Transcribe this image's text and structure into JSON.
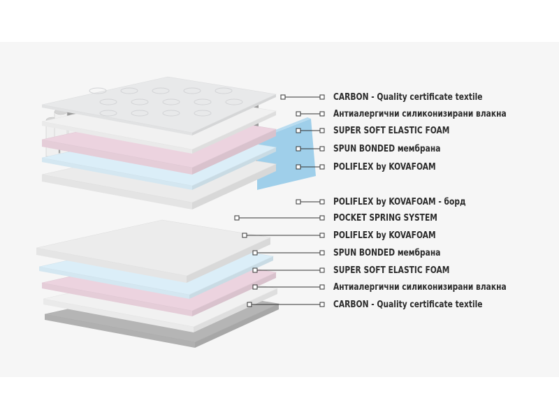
{
  "layers": [
    {
      "label": "CARBON - Quality certificate textile",
      "color": "#e8e9ea"
    },
    {
      "label": "Антиалергични силиконизирани влакна",
      "color": "#f1f1f1"
    },
    {
      "label": "SUPER SOFT ELASTIC FOAM",
      "color": "#ecd3df"
    },
    {
      "label": "SPUN BONDED мембрана",
      "color": "#dbeef8"
    },
    {
      "label": "POLIFLEX by KOVAFOAM",
      "color": "#ebebeb"
    },
    {
      "label": "POLIFLEX by KOVAFOAM - борд",
      "color": "#9fcfea"
    },
    {
      "label": "POCKET SPRING SYSTEM",
      "color": "#dcdcdc"
    },
    {
      "label": "POLIFLEX by KOVAFOAM",
      "color": "#ececec"
    },
    {
      "label": "SPUN BONDED мембрана",
      "color": "#dbeef8"
    },
    {
      "label": "SUPER SOFT ELASTIC FOAM",
      "color": "#ecd3df"
    },
    {
      "label": "Антиалергични силиконизирани влакна",
      "color": "#f1f1f1"
    },
    {
      "label": "CARBON - Quality certificate textile",
      "color": "#b5b5b5"
    }
  ]
}
